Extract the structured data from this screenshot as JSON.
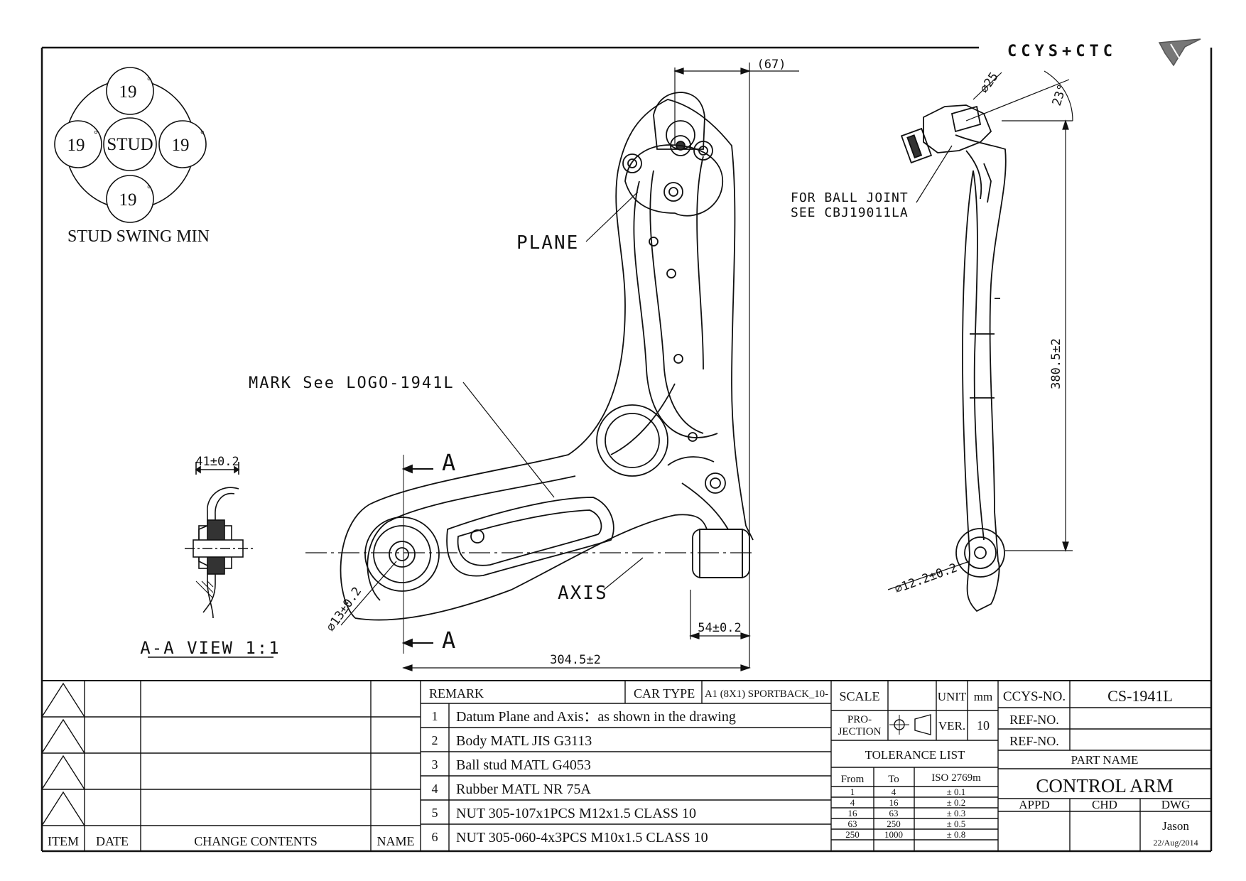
{
  "brand": {
    "logo_text": "CCYS+CTC"
  },
  "stud_swing": {
    "center_label": "STUD",
    "angles": [
      "19",
      "19",
      "19",
      "19"
    ],
    "degree_mark": "°",
    "caption": "STUD SWING MIN"
  },
  "section_view": {
    "dim_width": "41±0.2",
    "caption": "A-A VIEW 1:1",
    "cut_label": "A"
  },
  "main_view": {
    "dim_top": "(67)",
    "label_plane": "PLANE",
    "label_mark": "MARK See LOGO-1941L",
    "label_axis": "AXIS",
    "dim_bushing": "⌀13±0.2",
    "dim_sleeve": "54±0.2",
    "dim_length": "304.5±2"
  },
  "side_view": {
    "dim_ball": "⌀25",
    "dim_angle": "23°",
    "ball_joint_note_1": "FOR BALL JOINT",
    "ball_joint_note_2": "SEE CBJ19011LA",
    "dim_height": "380.5±2",
    "dim_bushing": "⌀12.2±0.2"
  },
  "revision_block": {
    "headers": {
      "item": "ITEM",
      "date": "DATE",
      "change": "CHANGE CONTENTS",
      "name": "NAME"
    }
  },
  "remarks": {
    "header": "REMARK",
    "car_type_label": "CAR TYPE",
    "car_type_value": "A1 (8X1) SPORTBACK_10-",
    "items": [
      {
        "no": "1",
        "text": "Datum Plane and Axis：as shown in the drawing"
      },
      {
        "no": "2",
        "text": "Body MATL JIS G3113"
      },
      {
        "no": "3",
        "text": "Ball stud MATL G4053"
      },
      {
        "no": "4",
        "text": "Rubber MATL NR 75A"
      },
      {
        "no": "5",
        "text": "NUT 305-107x1PCS M12x1.5 CLASS 10"
      },
      {
        "no": "6",
        "text": "NUT 305-060-4x3PCS M10x1.5 CLASS 10"
      }
    ]
  },
  "title_block": {
    "scale_label": "SCALE",
    "unit_label": "UNIT",
    "unit_value": "mm",
    "projection_label_1": "PRO-",
    "projection_label_2": "JECTION",
    "ver_label": "VER.",
    "ver_value": "10",
    "tolerance_title": "TOLERANCE LIST",
    "tolerance_headers": [
      "From",
      "To",
      "ISO 2769m"
    ],
    "tolerance_rows": [
      [
        "1",
        "4",
        "± 0.1"
      ],
      [
        "4",
        "16",
        "± 0.2"
      ],
      [
        "16",
        "63",
        "± 0.3"
      ],
      [
        "63",
        "250",
        "± 0.5"
      ],
      [
        "250",
        "1000",
        "± 0.8"
      ]
    ],
    "ccys_no_label": "CCYS-NO.",
    "ccys_no_value": "CS-1941L",
    "ref_no_label": "REF-NO.",
    "part_name_label": "PART NAME",
    "part_name_value": "CONTROL ARM",
    "appd_label": "APPD",
    "chd_label": "CHD",
    "dwg_label": "DWG",
    "drawn_by": "Jason",
    "date": "22/Aug/2014"
  }
}
